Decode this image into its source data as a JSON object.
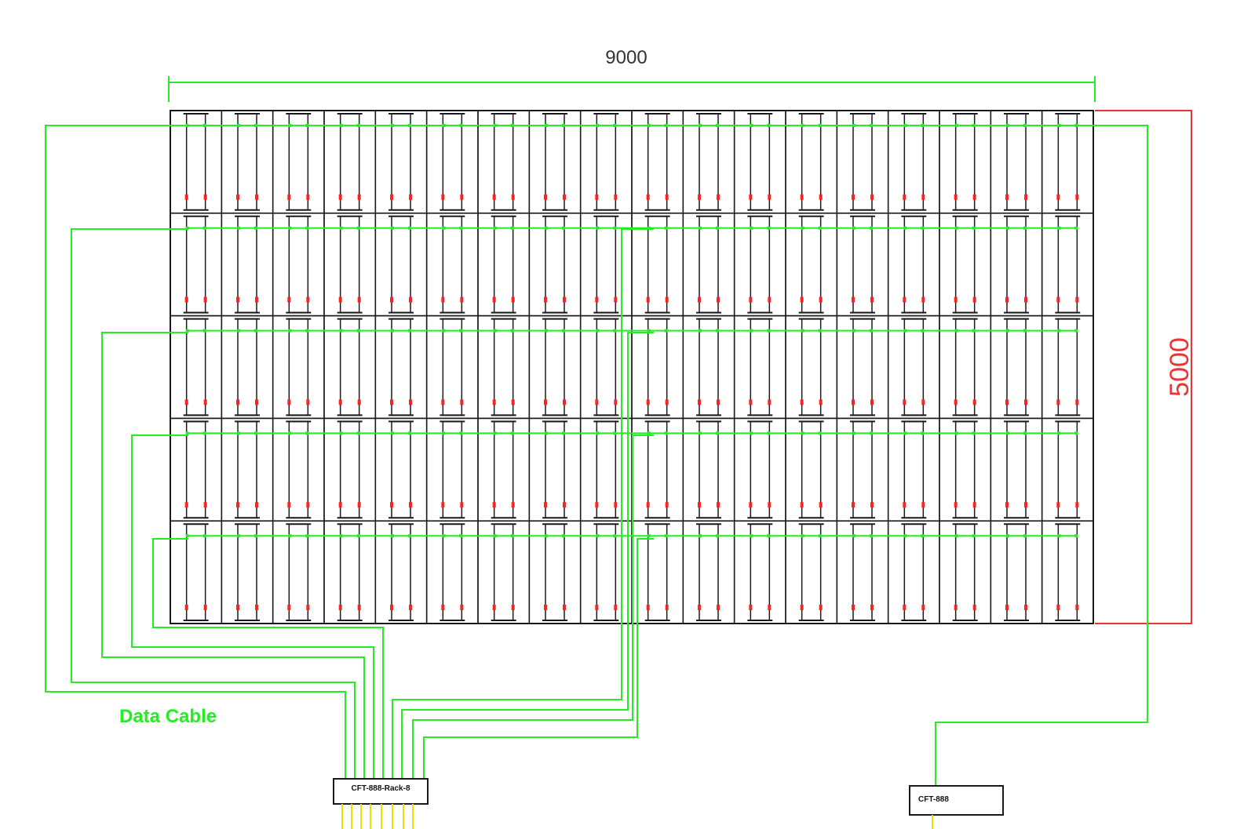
{
  "diagram": {
    "width_dimension": "9000",
    "height_dimension": "5000",
    "data_cable_label": "Data Cable",
    "controller_left_label": "CFT-888-Rack-8",
    "controller_right_label": "CFT-888",
    "cabinet_rows": 5,
    "cabinet_columns": 18
  },
  "colors": {
    "frame": "#1a1a1a",
    "data_cable": "#22ee22",
    "power_marker": "#ff2222",
    "height_dimension": "#ee3333",
    "width_dimension": "#22ee22",
    "power_output": "#f0e000"
  }
}
